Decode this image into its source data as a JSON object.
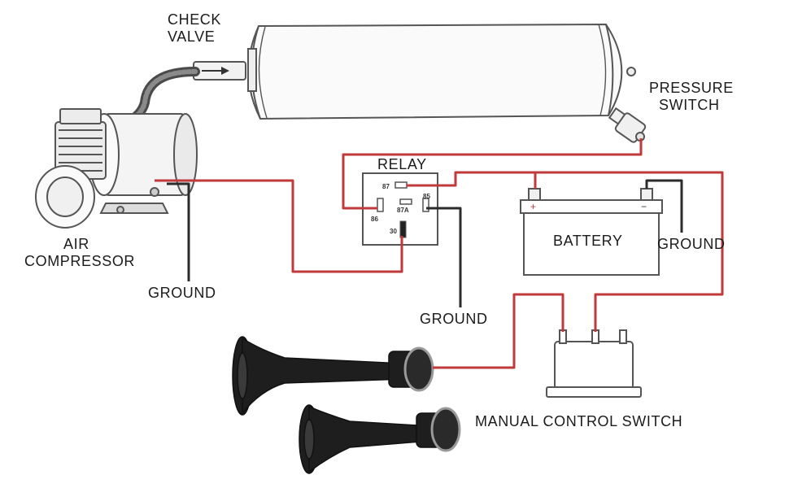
{
  "labels": {
    "check_valve_1": "CHECK",
    "check_valve_2": "VALVE",
    "pressure_switch_1": "PRESSURE",
    "pressure_switch_2": "SWITCH",
    "air_compressor_1": "AIR",
    "air_compressor_2": "COMPRESSOR",
    "relay": "RELAY",
    "battery": "BATTERY",
    "ground_compressor": "GROUND",
    "ground_relay": "GROUND",
    "ground_battery": "GROUND",
    "manual_switch": "MANUAL CONTROL SWITCH"
  },
  "relay_pins": {
    "p87": "87",
    "p86": "86",
    "p87a": "87A",
    "p85": "85",
    "p30": "30"
  },
  "battery_terminals": {
    "positive": "+",
    "negative": "−"
  },
  "colors": {
    "positive_wire": "#c0393b",
    "ground_wire": "#2b2b2b",
    "outline": "#444444",
    "horn": "#1e1e1e"
  }
}
